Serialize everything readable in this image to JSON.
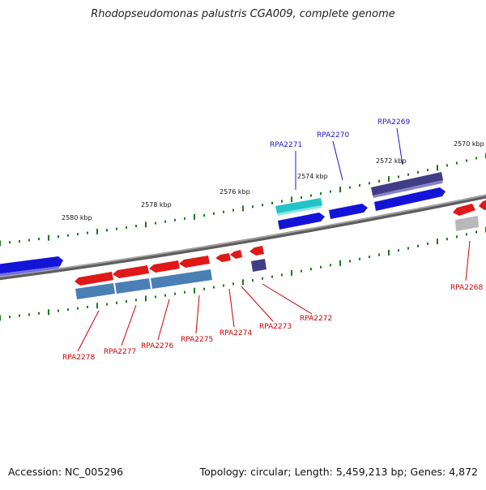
{
  "title": "Rhodopseudomonas palustris CGA009, complete genome",
  "footer": {
    "accession": "Accession: NC_005296",
    "summary": "Topology: circular; Length: 5,459,213 bp; Genes: 4,872"
  },
  "colors": {
    "backbone": "#808080",
    "tick": "#1a7a1a",
    "label_plus": "#1a1acc",
    "label_minus": "#cc0000"
  },
  "scale_labels": [
    "2580 kbp",
    "2578 kbp",
    "2576 kbp",
    "2574 kbp",
    "2572 kbp",
    "2570 kbp"
  ],
  "gene_labels_plus": [
    "RPA2271",
    "RPA2270",
    "RPA2269"
  ],
  "gene_labels_minus": [
    "RPA2278",
    "RPA2277",
    "RPA2276",
    "RPA2275",
    "RPA2274",
    "RPA2273",
    "RPA2272",
    "RPA2268"
  ]
}
